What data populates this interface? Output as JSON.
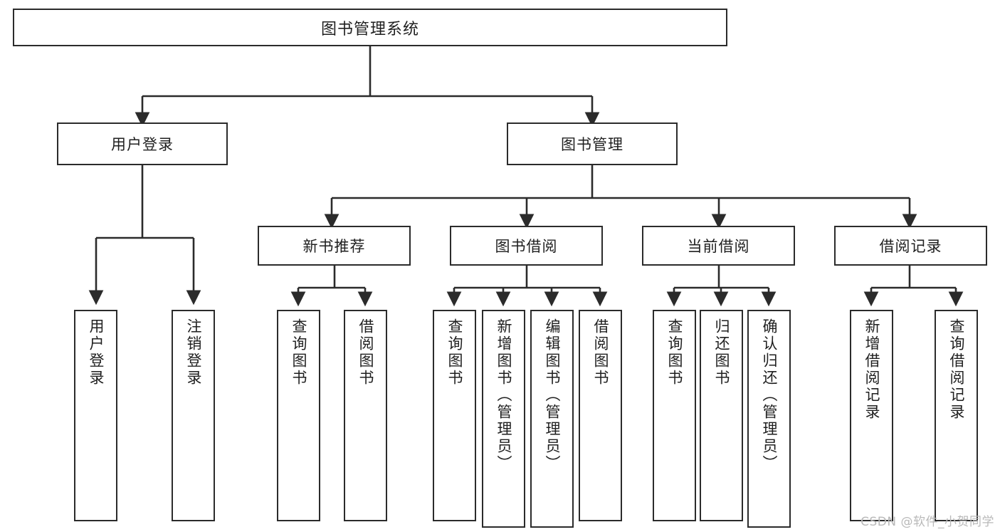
{
  "diagram": {
    "type": "tree-hierarchy",
    "title": "图书管理系统",
    "watermark": "CSDN @软件_小贺同学",
    "root": {
      "id": "root",
      "label": "图书管理系统"
    },
    "level1": [
      {
        "id": "user-login",
        "label": "用户登录"
      },
      {
        "id": "book-management",
        "label": "图书管理"
      }
    ],
    "level2": [
      {
        "id": "new-book-recommend",
        "label": "新书推荐",
        "parent": "book-management"
      },
      {
        "id": "book-borrow",
        "label": "图书借阅",
        "parent": "book-management"
      },
      {
        "id": "current-borrow",
        "label": "当前借阅",
        "parent": "book-management"
      },
      {
        "id": "borrow-record",
        "label": "借阅记录",
        "parent": "book-management"
      }
    ],
    "leaves": [
      {
        "id": "leaf-user-login",
        "label": "用户登录",
        "parent": "user-login"
      },
      {
        "id": "leaf-user-logout",
        "label": "注销登录",
        "parent": "user-login"
      },
      {
        "id": "leaf-query-book-rec",
        "label": "查询图书",
        "parent": "new-book-recommend"
      },
      {
        "id": "leaf-borrow-book-rec",
        "label": "借阅图书",
        "parent": "new-book-recommend"
      },
      {
        "id": "leaf-query-book-borrow",
        "label": "查询图书",
        "parent": "book-borrow"
      },
      {
        "id": "leaf-add-book-admin",
        "label": "新增图书（管理员）",
        "parent": "book-borrow"
      },
      {
        "id": "leaf-edit-book-admin",
        "label": "编辑图书（管理员）",
        "parent": "book-borrow"
      },
      {
        "id": "leaf-borrow-book",
        "label": "借阅图书",
        "parent": "book-borrow"
      },
      {
        "id": "leaf-query-book-current",
        "label": "查询图书",
        "parent": "current-borrow"
      },
      {
        "id": "leaf-return-book",
        "label": "归还图书",
        "parent": "current-borrow"
      },
      {
        "id": "leaf-confirm-return-admin",
        "label": "确认归还（管理员）",
        "parent": "current-borrow"
      },
      {
        "id": "leaf-add-borrow-record",
        "label": "新增借阅记录",
        "parent": "borrow-record"
      },
      {
        "id": "leaf-query-borrow-record",
        "label": "查询借阅记录",
        "parent": "borrow-record"
      }
    ],
    "colors": {
      "stroke": "#2b2b2b",
      "background": "#ffffff",
      "text": "#1f1f1f",
      "watermark": "#b9b9b9"
    }
  }
}
